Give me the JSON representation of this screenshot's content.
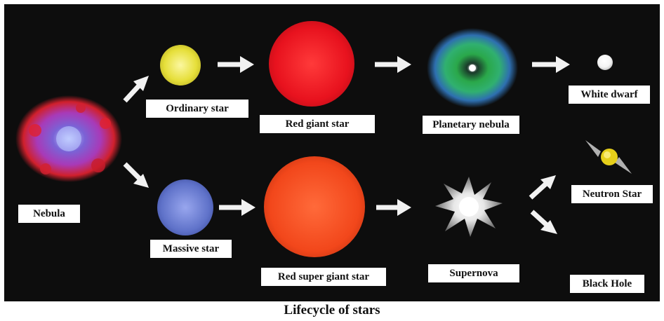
{
  "caption": "Lifecycle of stars",
  "nodes": {
    "nebula": "Nebula",
    "ordinary_star": "Ordinary star",
    "red_giant": "Red giant star",
    "planetary_nebula": "Planetary nebula",
    "white_dwarf": "White dwarf",
    "massive_star": "Massive star",
    "red_super_giant": "Red super giant star",
    "supernova": "Supernova",
    "neutron_star": "Neutron Star",
    "black_hole": "Black Hole"
  },
  "colors": {
    "background": "#0d0d0d",
    "label_bg": "#ffffff",
    "arrow": "#f2f2f2",
    "ordinary_star": "#e6df3a",
    "red_giant": "#e8121e",
    "massive_star": "#5f72c9",
    "red_super_giant": "#f2471b",
    "white_dwarf": "#f4f4f4"
  }
}
